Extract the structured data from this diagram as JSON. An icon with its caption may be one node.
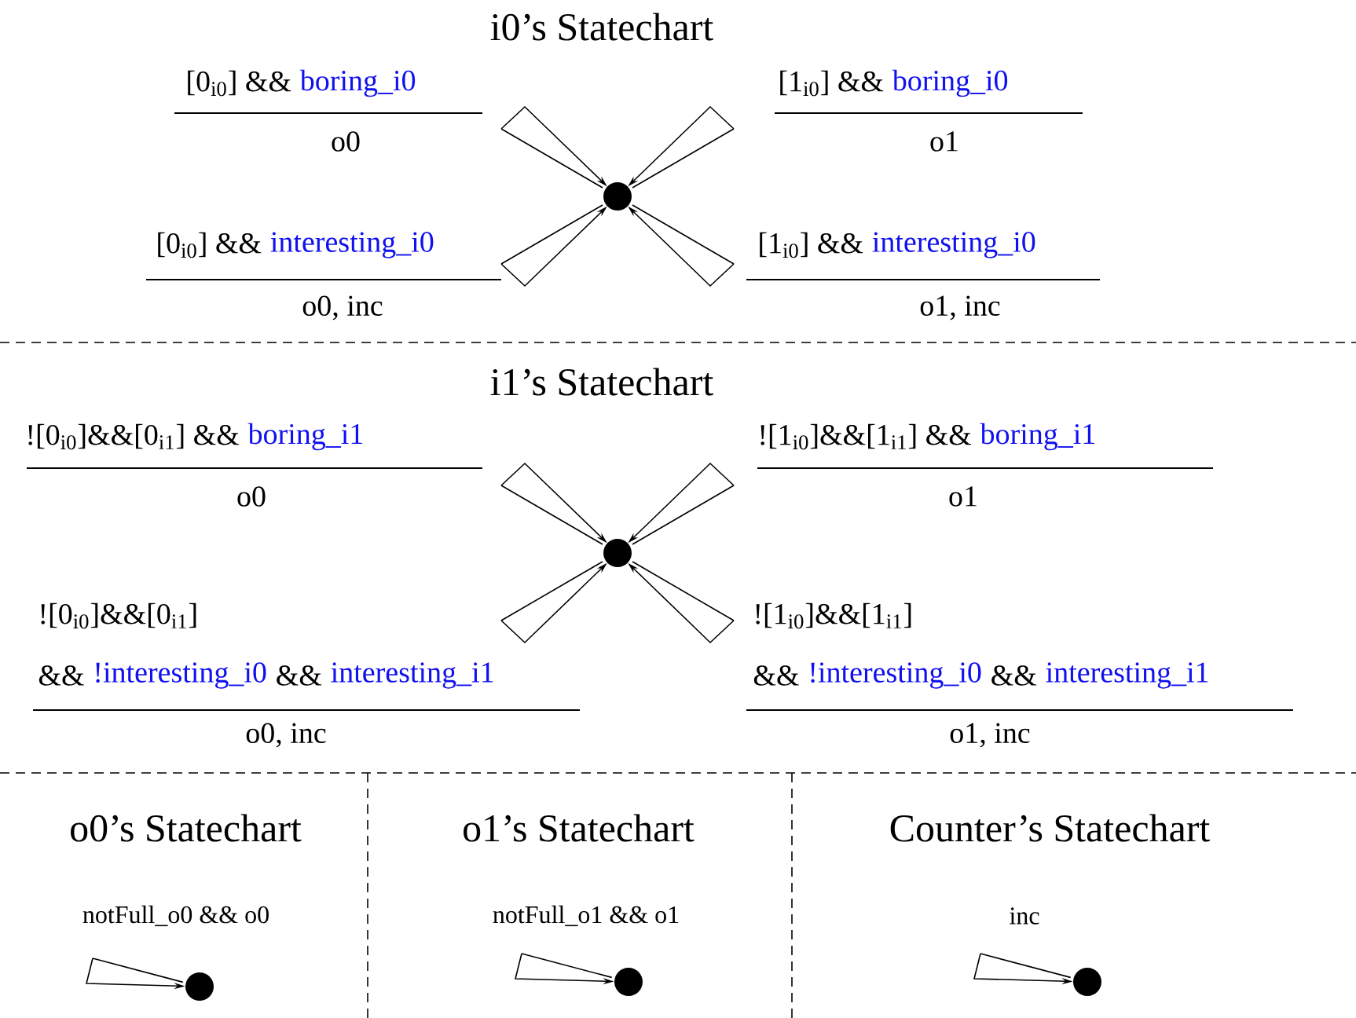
{
  "diagram": {
    "nodes": [
      {
        "text": [],
        "shape": "circle"
      },
      {
        "text": [],
        "shape": "circle"
      },
      {
        "text": [],
        "shape": "circle"
      },
      {
        "text": [],
        "shape": "circle"
      },
      {
        "text": [],
        "shape": "circle"
      }
    ],
    "edges": [
      {
        "from": null,
        "to": 0,
        "arrow": "to"
      },
      {
        "from": null,
        "to": 0,
        "arrow": "to"
      },
      {
        "from": null,
        "to": 0,
        "arrow": "to"
      },
      {
        "from": null,
        "to": 0,
        "arrow": "to"
      },
      {
        "from": null,
        "to": 1,
        "arrow": "to"
      },
      {
        "from": null,
        "to": 1,
        "arrow": "to"
      },
      {
        "from": null,
        "to": 1,
        "arrow": "to"
      },
      {
        "from": null,
        "to": 1,
        "arrow": "to"
      },
      {
        "from": null,
        "to": 2,
        "arrow": "to"
      },
      {
        "from": null,
        "to": 3,
        "arrow": "to"
      },
      {
        "from": null,
        "to": 4,
        "arrow": "to"
      }
    ],
    "labels": [
      "i0’s Statechart",
      "[0$_{i0}$] &&",
      "boring_i0",
      "[1$_{i0}$] &&",
      "boring_i0",
      "o0",
      "o1",
      "[0$_{i0}$] &&",
      "interesting_i0",
      "[1$_{i0}$] &&",
      "interesting_i0",
      "o0, inc",
      "o1, inc",
      "i1’s Statechart",
      "![0$_{i0}$]&&[0$_{i1}$] &&",
      "boring_i1",
      "![1$_{i0}$]&&[1$_{i1}$] &&",
      "boring_i1",
      "o0",
      "o1",
      "![0$_{i0}$]&&[0$_{i1}$]",
      "![1$_{i0}$]&&[1$_{i1}$]",
      "&&",
      "!interesting_i0",
      "&&",
      "interesting_i1",
      "&&",
      "!interesting_i0",
      "&&",
      "interesting_i1",
      "o0, inc",
      "o1, inc",
      "o0’s Statechart",
      "o1’s Statechart",
      "Counter’s Statechart",
      "notFull_o0 && o0",
      "notFull_o1 && o1",
      "inc"
    ]
  }
}
